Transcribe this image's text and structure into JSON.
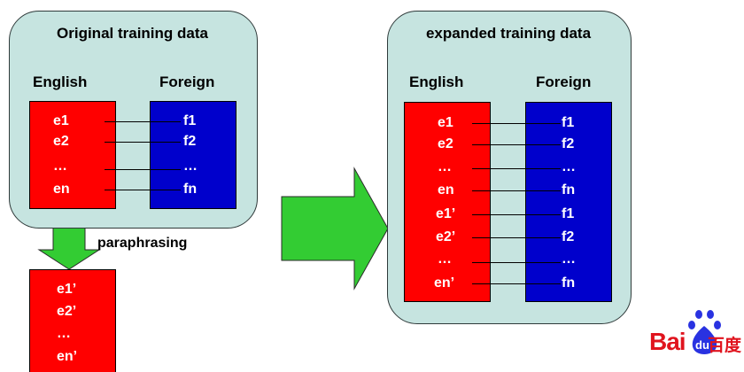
{
  "left_panel": {
    "title": "Original training data",
    "english_header": "English",
    "foreign_header": "Foreign",
    "english": [
      "e1",
      "e2",
      "…",
      "en"
    ],
    "foreign": [
      "f1",
      "f2",
      "…",
      "fn"
    ]
  },
  "paraphrase": {
    "label": "paraphrasing",
    "items": [
      "e1’",
      "e2’",
      "…",
      "en’"
    ]
  },
  "right_panel": {
    "title": "expanded training data",
    "english_header": "English",
    "foreign_header": "Foreign",
    "english": [
      "e1",
      "e2",
      "…",
      "en",
      "e1’",
      "e2’",
      "…",
      "en’"
    ],
    "foreign": [
      "f1",
      "f2",
      "…",
      "fn",
      "f1",
      "f2",
      "…",
      "fn"
    ]
  },
  "logo": {
    "latin": "Bai",
    "mark": "du",
    "chinese": "百度"
  },
  "colors": {
    "panel": "#c6e4e0",
    "english_box": "#ff0000",
    "foreign_box": "#0000cc",
    "arrow": "#33cc33",
    "logo_red": "#e0141e",
    "logo_blue": "#2932e1"
  }
}
